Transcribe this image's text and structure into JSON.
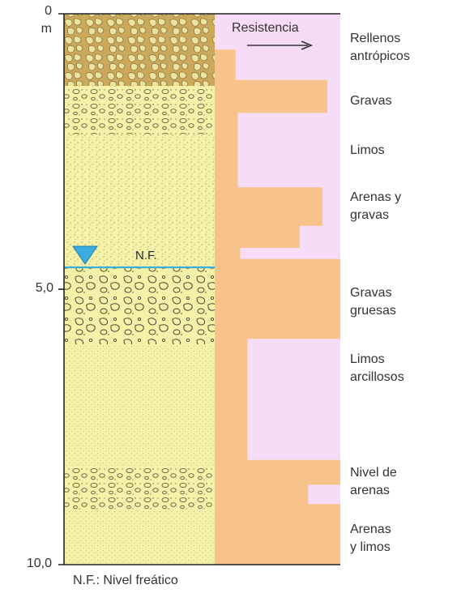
{
  "axis": {
    "top_label": "0",
    "unit_label": "m",
    "mid_label": "5,0",
    "bottom_label": "10,0",
    "min": 0,
    "max": 10
  },
  "resistance_title": "Resistencia",
  "water_table": {
    "label": "N.F.",
    "depth": 4.35
  },
  "caption": "N.F.: Nivel freático",
  "colors": {
    "fill_soil": "#f6f1a8",
    "fill_topsoil": "#cba95c",
    "resistance_bar": "#f7c38a",
    "resistance_bg": "#f7dcf7",
    "water": "#39aede"
  },
  "layers": [
    {
      "name": "Rellenos antrópicos",
      "lines": [
        "Rellenos",
        "antrópicos"
      ],
      "top": 0.0,
      "bottom": 1.25
    },
    {
      "name": "Gravas",
      "lines": [
        "Gravas"
      ],
      "top": 1.25,
      "bottom": 2.1
    },
    {
      "name": "Limos",
      "lines": [
        "Limos"
      ],
      "top": 2.1,
      "bottom": 3.1
    },
    {
      "name": "Arenas y gravas",
      "lines": [
        "Arenas y",
        "gravas"
      ],
      "top": 3.1,
      "bottom": 4.35
    },
    {
      "name": "Gravas gruesas",
      "lines": [
        "Gravas",
        "gruesas"
      ],
      "top": 4.35,
      "bottom": 5.95
    },
    {
      "name": "Limos arcillosos",
      "lines": [
        "Limos",
        "arcillosos"
      ],
      "top": 5.95,
      "bottom": 8.05
    },
    {
      "name": "Nivel de arenas",
      "lines": [
        "Nivel de",
        "arenas"
      ],
      "top": 8.05,
      "bottom": 9.05
    },
    {
      "name": "Arenas y limos",
      "lines": [
        "Arenas",
        "y limos"
      ],
      "top": 9.05,
      "bottom": 10.0
    }
  ],
  "resistance_profile": [
    {
      "from": 0.0,
      "to": 0.65,
      "value": 0.0
    },
    {
      "from": 0.65,
      "to": 1.2,
      "value": 0.12
    },
    {
      "from": 1.2,
      "to": 1.8,
      "value": 0.89
    },
    {
      "from": 1.8,
      "to": 3.15,
      "value": 0.14
    },
    {
      "from": 3.15,
      "to": 3.85,
      "value": 0.85
    },
    {
      "from": 3.85,
      "to": 4.25,
      "value": 0.66
    },
    {
      "from": 4.25,
      "to": 4.45,
      "value": 0.16
    },
    {
      "from": 4.45,
      "to": 5.9,
      "value": 1.0
    },
    {
      "from": 5.9,
      "to": 8.1,
      "value": 0.22
    },
    {
      "from": 8.1,
      "to": 8.55,
      "value": 1.0
    },
    {
      "from": 8.55,
      "to": 8.9,
      "value": 0.73
    },
    {
      "from": 8.9,
      "to": 10.0,
      "value": 1.0
    }
  ]
}
